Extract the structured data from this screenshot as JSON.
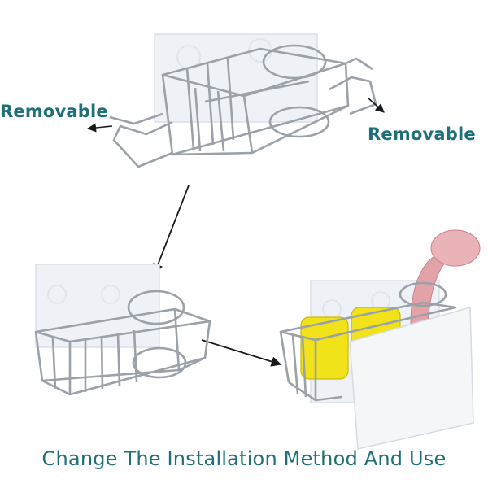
{
  "labels": {
    "removable_left": "Removable",
    "removable_right": "Removable"
  },
  "caption": "Change The Installation Method And Use",
  "colors": {
    "text": "#1f6e78",
    "wire": "#9aa1a8",
    "adhesive_panel": "#eef2f6",
    "sponge": "#f2e21a",
    "brush": "#e3a2a8",
    "divider_plate": "#f4f6f8",
    "arrow": "#1a1a1a"
  },
  "icons": [
    "arrow-left-icon",
    "arrow-right-icon",
    "arrow-down-icon"
  ]
}
